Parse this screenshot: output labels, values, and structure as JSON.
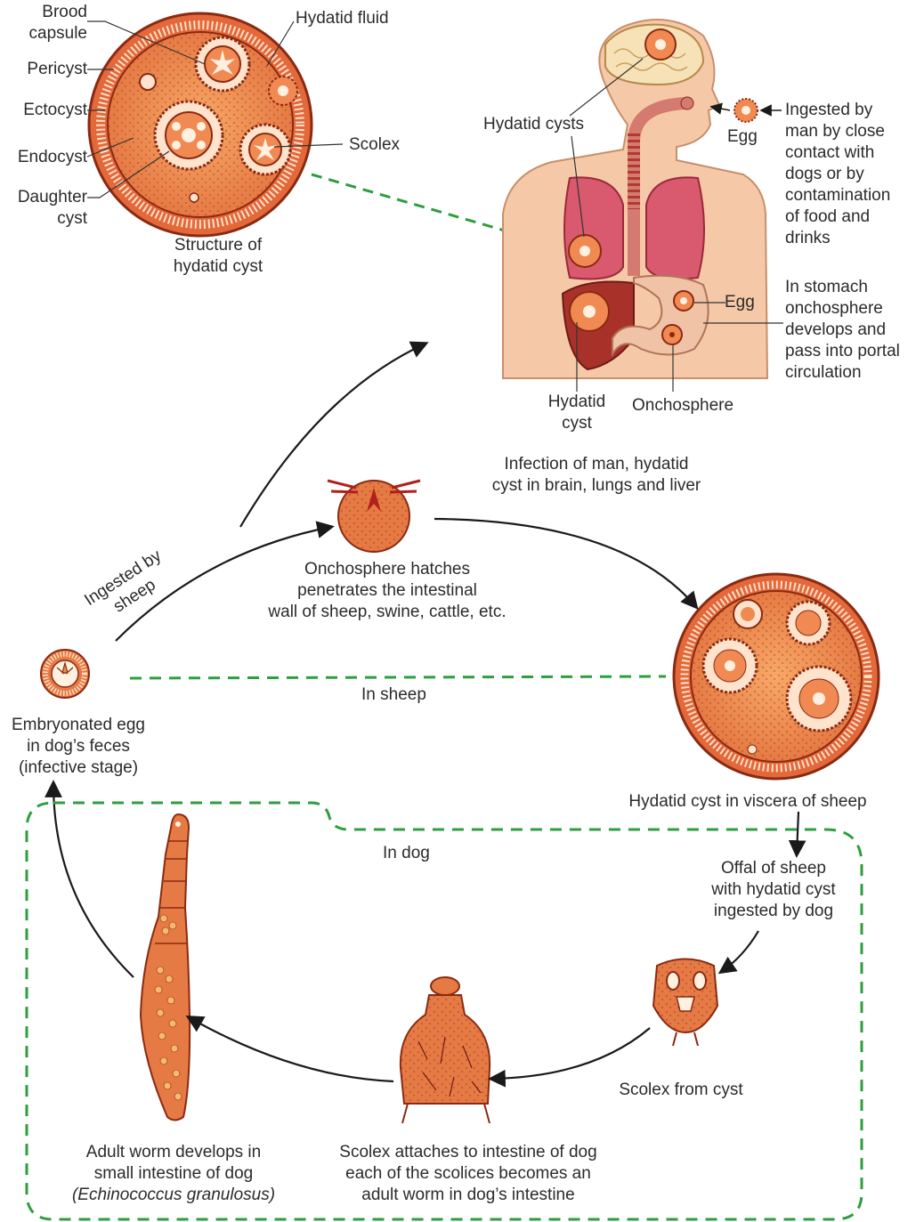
{
  "structure": {
    "brood_capsule": "Brood\ncapsule",
    "hydatid_fluid": "Hydatid fluid",
    "pericyst": "Pericyst",
    "ectocyst": "Ectocyst",
    "endocyst": "Endocyst",
    "daughter_cyst": "Daughter\ncyst",
    "scolex": "Scolex",
    "caption": "Structure of\nhydatid cyst"
  },
  "human": {
    "hydatid_cysts": "Hydatid cysts",
    "egg_top": "Egg",
    "ingested_note": "Ingested by\nman by close\ncontact with\ndogs or by\ncontamination\nof food and\ndrinks",
    "egg_stomach": "Egg",
    "stomach_note": "In stomach\nonchosphere\ndevelops and\npass into portal\ncirculation",
    "hydatid_cyst": "Hydatid\ncyst",
    "onchosphere": "Onchosphere",
    "infection_caption": "Infection of man, hydatid\ncyst in brain, lungs and liver"
  },
  "cycle": {
    "onchosphere_caption": "Onchosphere hatches\npenetrates the intestinal\nwall of sheep, swine, cattle, etc.",
    "ingested_by_sheep": "Ingested by\nsheep",
    "egg_caption": "Embryonated egg\nin dog’s feces\n(infective stage)",
    "in_sheep": "In sheep",
    "sheep_cyst_caption": "Hydatid cyst in viscera of sheep",
    "in_dog": "In dog",
    "offal_caption": "Offal of sheep\nwith hydatid cyst\ningested by dog",
    "scolex_from_cyst": "Scolex from cyst",
    "scolex_attaches": "Scolex attaches to intestine of dog\neach of the scolices becomes an\nadult worm in dog’s intestine",
    "adult_worm_line1": "Adult worm develops in\nsmall intestine of dog",
    "adult_worm_species": "(Echinococcus granulosus)"
  },
  "colors": {
    "cyst_fill": "#e8703c",
    "cyst_light": "#f39a5a",
    "outline": "#8a2a12",
    "skin": "#f5c9a8",
    "lung": "#d95a6e",
    "liver": "#a8322a",
    "dashed_green": "#2e9e3e",
    "arrow": "#1a1a1a"
  }
}
